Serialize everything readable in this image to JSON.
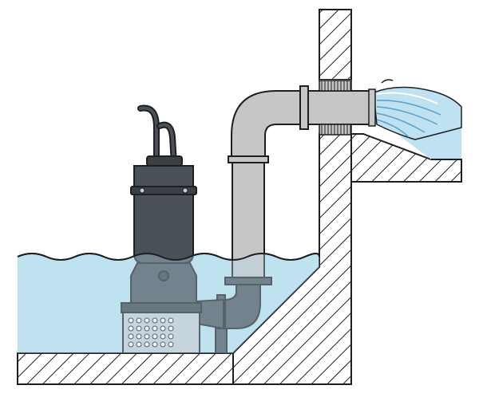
{
  "diagram": {
    "subject": "submersible-pump-installation",
    "colors": {
      "outline": "#1e1e1e",
      "water": "#bfe2f2",
      "water_deep": "#a9d6ec",
      "pump_body": "#4a5158",
      "pump_body_dark": "#3a4046",
      "pump_base": "#c9ced3",
      "pipe": "#c4c6c8",
      "pipe_shadow": "#9fa2a5",
      "hatch": "#1e1e1e",
      "background": "#ffffff"
    },
    "components": [
      "concrete-floor",
      "sump-slope-wall",
      "vertical-wall",
      "outlet-channel",
      "sump-water",
      "submersible-pump",
      "power-cables",
      "discharge-pipe",
      "wall-flange",
      "outlet-water-jet",
      "discharge-channel-water"
    ],
    "pump_intake_holes": {
      "rows": 4,
      "cols": 6
    }
  }
}
